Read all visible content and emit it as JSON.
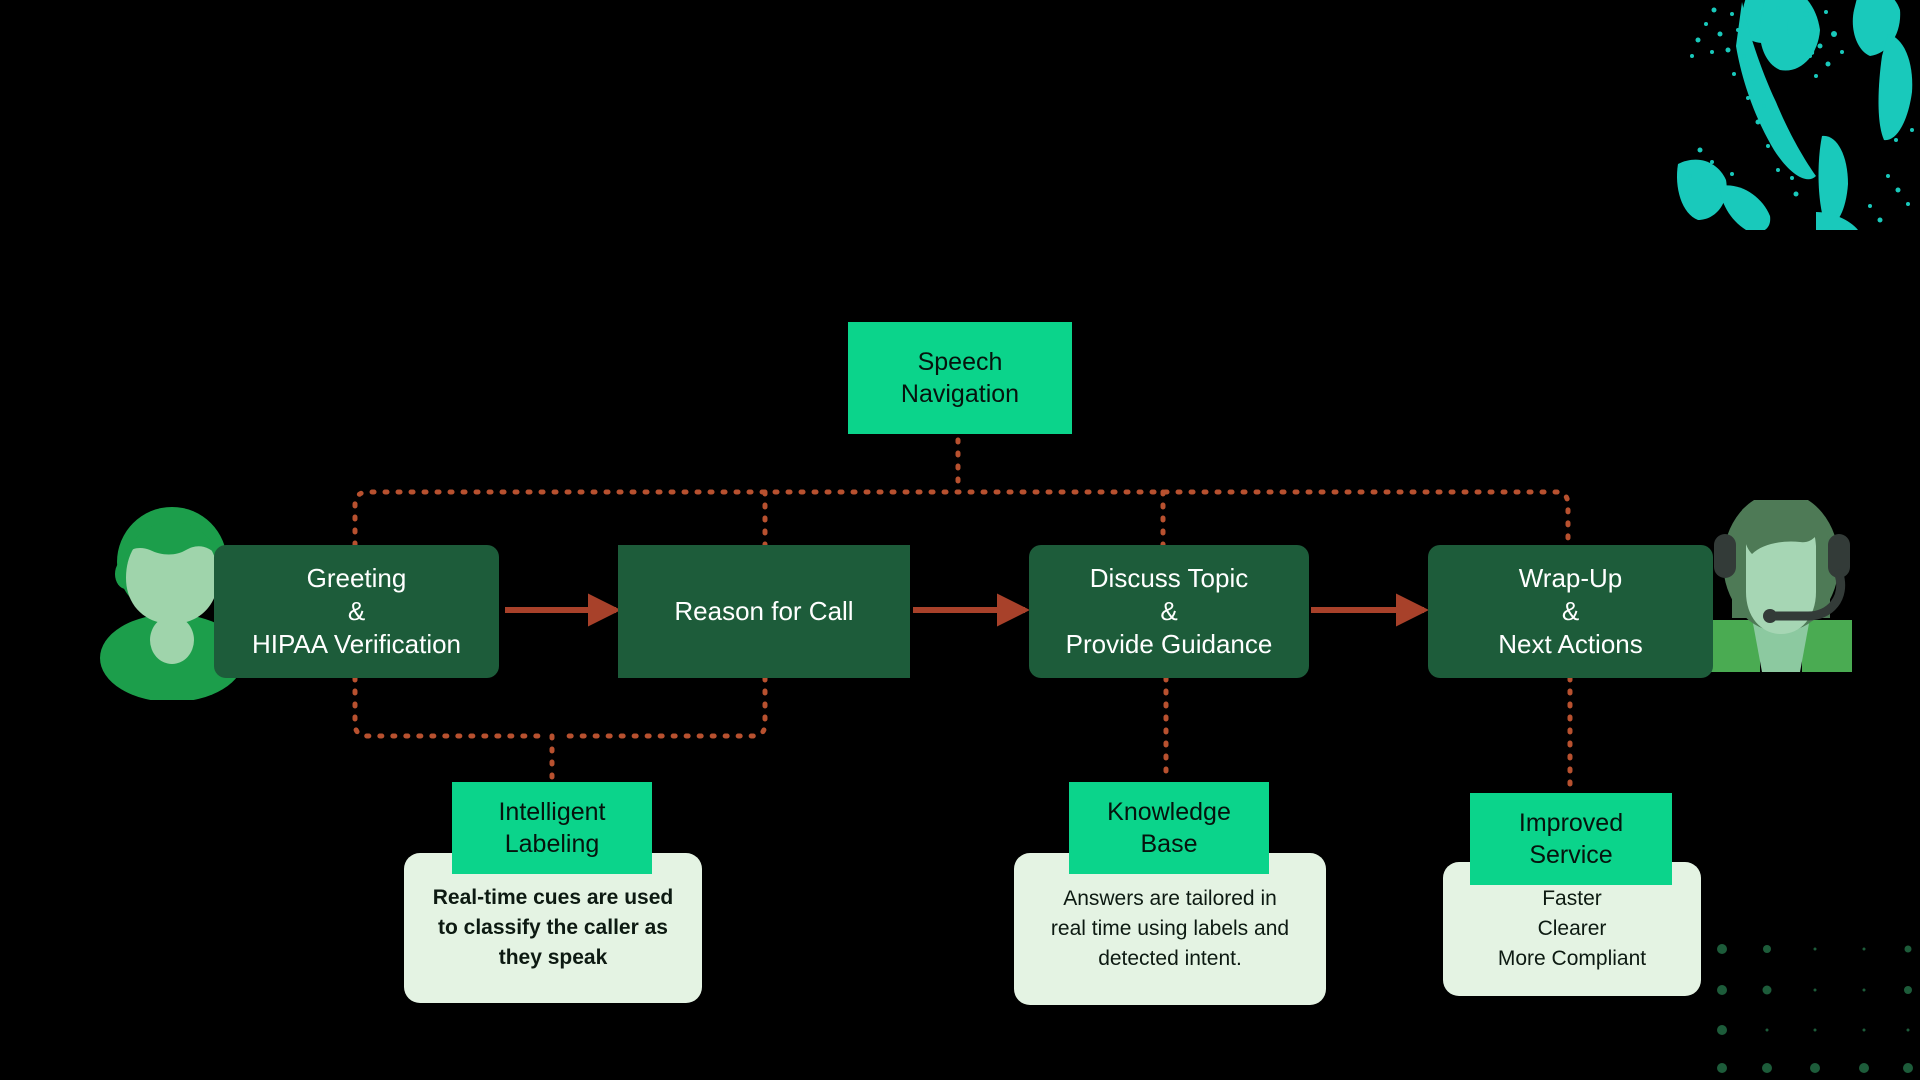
{
  "colors": {
    "background": "#000000",
    "process_box": "#1d5c3a",
    "process_text": "#ffffff",
    "accent_chip": "#0bd48b",
    "chip_text": "#06130d",
    "description_card": "#e4f3e3",
    "description_text": "#0d1a12",
    "connector_arrow": "#a8412a",
    "connector_dotted": "#b8512f",
    "decor_teal": "#19c9bb",
    "decor_dot_green": "#1d5c3a",
    "caller_avatar_green": "#1c9e4b",
    "agent_avatar_green": "#4aab52"
  },
  "flow": {
    "steps": [
      {
        "label": "Greeting\n&\nHIPAA Verification",
        "shape": "rounded"
      },
      {
        "label": "Reason for Call",
        "shape": "square"
      },
      {
        "label": "Discuss Topic\n&\nProvide Guidance",
        "shape": "rounded"
      },
      {
        "label": "Wrap-Up\n&\nNext Actions",
        "shape": "rounded"
      }
    ]
  },
  "top_callout": {
    "label": "Speech\nNavigation"
  },
  "bottom_callouts": [
    {
      "chip": "Intelligent\nLabeling",
      "description": "Real-time cues are used\nto classify the caller as\nthey speak",
      "bold": true
    },
    {
      "chip": "Knowledge\nBase",
      "description": "Answers are tailored in\nreal time using labels and\ndetected intent.",
      "bold": false
    },
    {
      "chip": "Improved\nService",
      "description": "Faster\nClearer\nMore Compliant",
      "bold": false
    }
  ],
  "avatars": {
    "caller": "caller-avatar",
    "agent": "agent-headset-avatar"
  }
}
